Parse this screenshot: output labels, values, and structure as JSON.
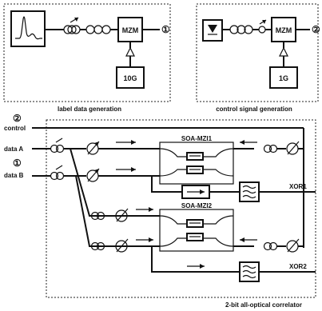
{
  "blocks": {
    "label_gen": {
      "caption": "label data generation",
      "modulator": "MZM",
      "clock": "10G",
      "port": "①"
    },
    "control_gen": {
      "caption": "control signal generation",
      "modulator": "MZM",
      "clock": "1G",
      "port": "②"
    },
    "correlator": {
      "caption": "2-bit all-optical correlator",
      "soa1": "SOA-MZI1",
      "soa2": "SOA-MZI2",
      "xor1": "XOR1",
      "xor2": "XOR2"
    }
  },
  "inputs": {
    "control_marker": "②",
    "control": "control",
    "data_a": "data A",
    "data_b_marker": "①",
    "data_b": "data B"
  },
  "colors": {
    "ink": "#111111",
    "paper": "#ffffff"
  }
}
